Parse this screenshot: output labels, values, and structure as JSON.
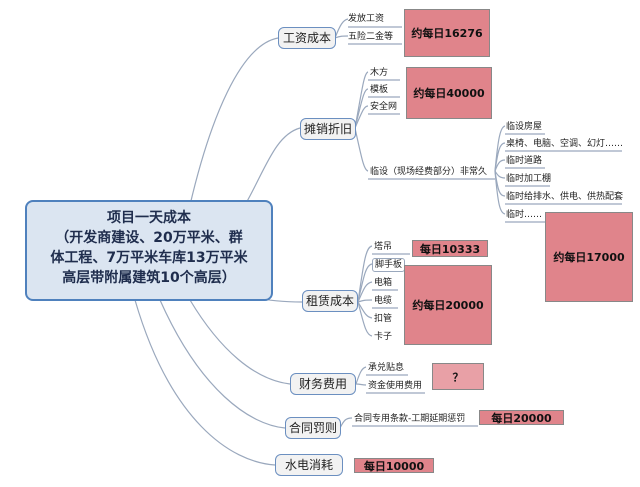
{
  "center": {
    "lines": [
      "项目一天成本",
      "（开发商建设、20万平米、群",
      "体工程、7万平米车库13万平米",
      "高层带附属建筑10个高层）"
    ]
  },
  "branches": {
    "wage": {
      "label": "工资成本",
      "items": [
        "发放工资",
        "五险二金等"
      ],
      "cost": "约每日16276"
    },
    "amort": {
      "label": "摊销折旧",
      "items": [
        "木方",
        "模板",
        "安全网"
      ],
      "cost": "约每日40000",
      "temp": {
        "label": "临设（现场经费部分）非常久",
        "items": [
          "临设房屋",
          "桌椅、电脑、空调、幻灯……",
          "临时道路",
          "临时加工棚",
          "临时给排水、供电、供热配套",
          "临时……"
        ],
        "cost": "约每日17000"
      }
    },
    "rent": {
      "label": "租赁成本",
      "items": [
        "塔吊",
        "脚手板",
        "电箱",
        "电缆",
        "扣管",
        "卡子"
      ],
      "cost_tower": "每日10333",
      "cost": "约每日20000"
    },
    "finance": {
      "label": "财务费用",
      "items": [
        "承兑贴息",
        "资金使用费用"
      ],
      "cost": "？"
    },
    "penalty": {
      "label": "合同罚则",
      "items": [
        "合同专用条款-工期延期惩罚"
      ],
      "cost": "每日20000"
    },
    "utility": {
      "label": "水电消耗",
      "cost": "每日10000"
    }
  },
  "colors": {
    "line": "#9aa8bd",
    "center_fill": "#dbe5f1",
    "center_border": "#4f81bd",
    "cost_fill": "#e0848b"
  }
}
